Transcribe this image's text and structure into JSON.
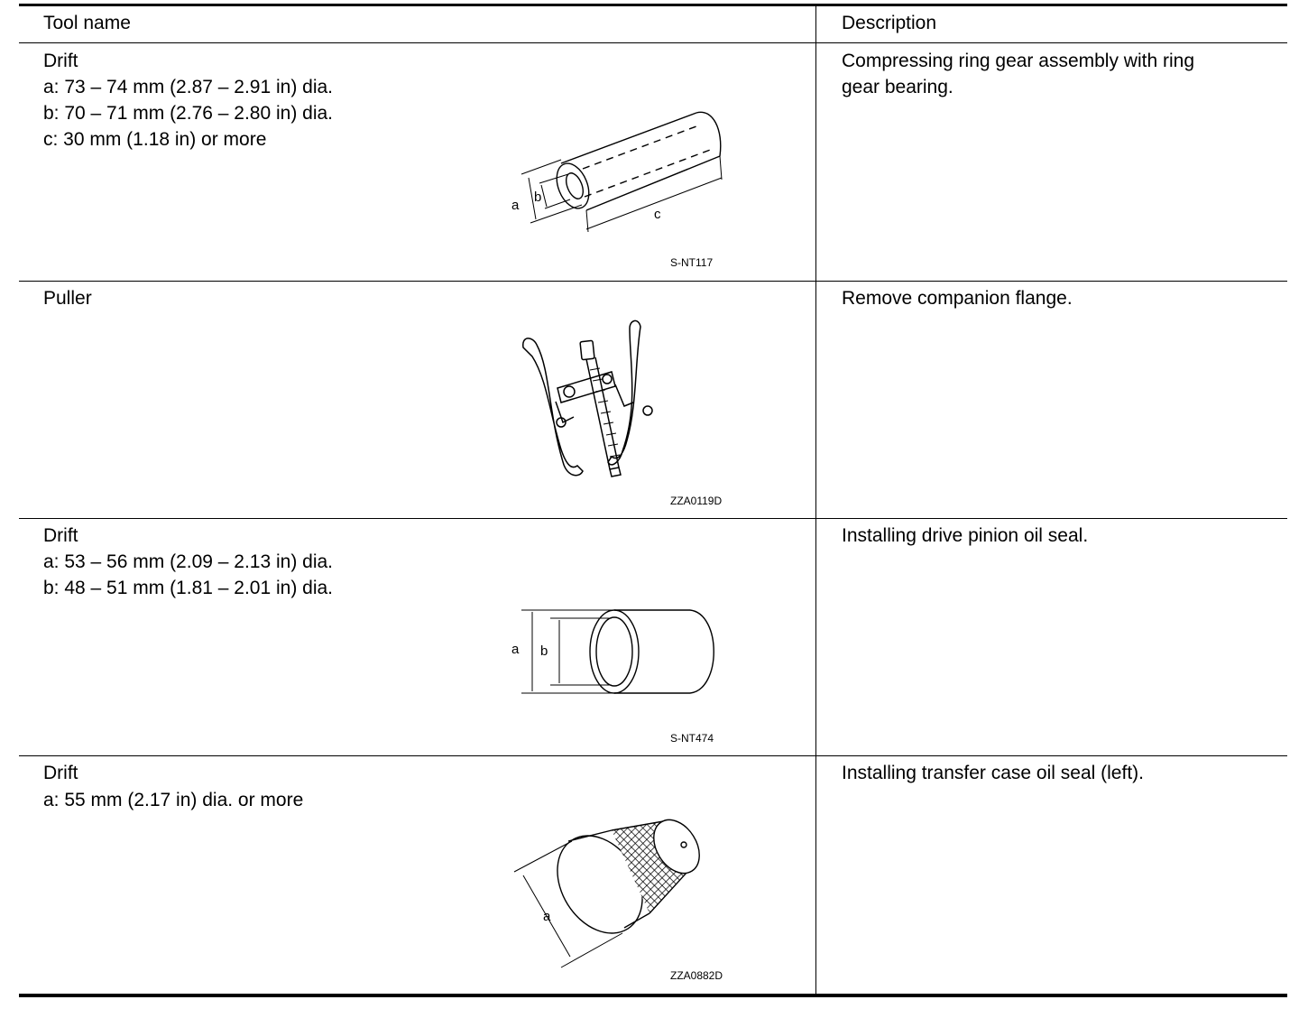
{
  "header": {
    "col_tool": "Tool name",
    "col_desc": "Description"
  },
  "rows": [
    {
      "name": "Drift",
      "specs": [
        "a: 73 – 74 mm (2.87 – 2.91 in) dia.",
        "b: 70 – 71 mm (2.76 – 2.80 in) dia.",
        "c: 30 mm (1.18 in) or more"
      ],
      "figure_labels": [
        "a",
        "b",
        "c"
      ],
      "figure_code": "S-NT117",
      "description": [
        "Compressing ring gear assembly with ring",
        "gear bearing."
      ]
    },
    {
      "name": "Puller",
      "specs": [],
      "figure_labels": [],
      "figure_code": "ZZA0119D",
      "description": [
        "Remove companion flange."
      ]
    },
    {
      "name": "Drift",
      "specs": [
        "a: 53 – 56 mm (2.09 – 2.13 in) dia.",
        "b: 48 – 51 mm (1.81 – 2.01 in) dia."
      ],
      "figure_labels": [
        "a",
        "b"
      ],
      "figure_code": "S-NT474",
      "description": [
        "Installing drive pinion oil seal."
      ]
    },
    {
      "name": "Drift",
      "specs": [
        "a: 55 mm (2.17 in) dia. or more"
      ],
      "figure_labels": [
        "a"
      ],
      "figure_code": "ZZA0882D",
      "description": [
        "Installing transfer case oil seal (left)."
      ]
    }
  ]
}
